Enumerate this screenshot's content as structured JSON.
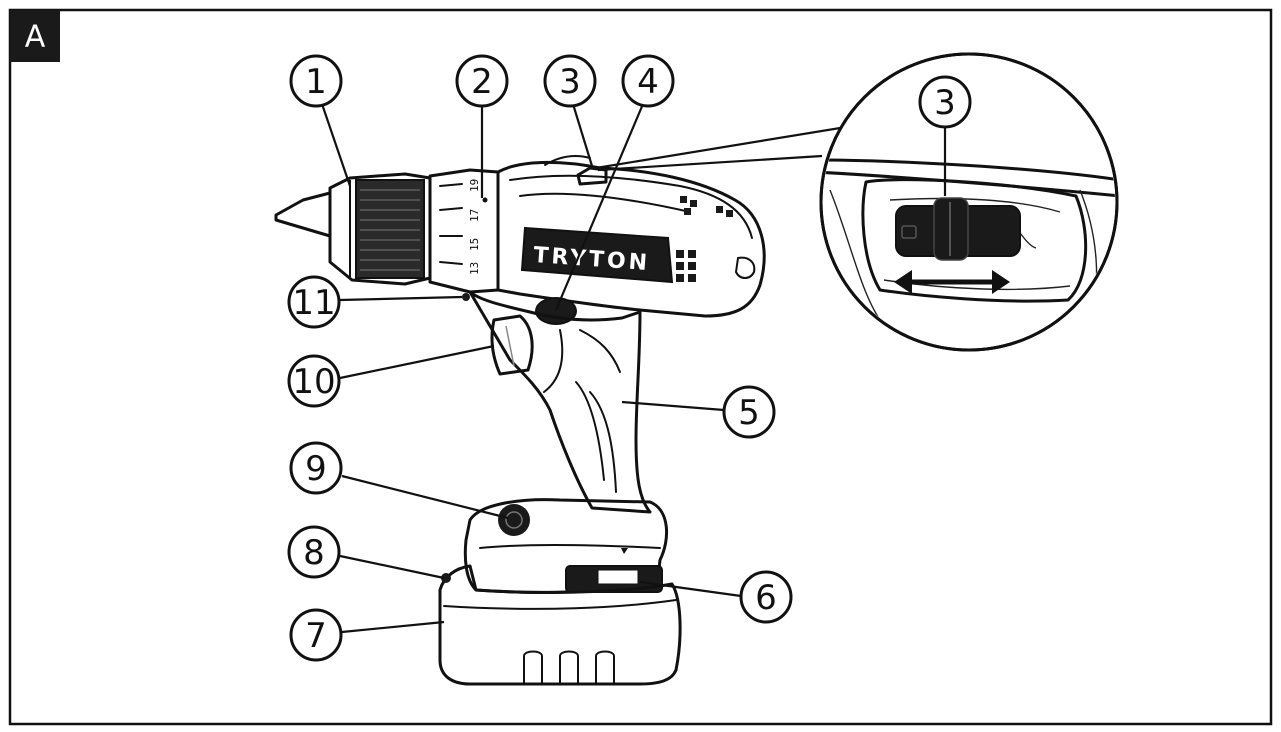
{
  "figure_tag": "A",
  "brand_name": "TRYTON",
  "torque_marks": [
    "13",
    "15",
    "17",
    "19"
  ],
  "callouts": [
    "1",
    "2",
    "3",
    "4",
    "5",
    "6",
    "7",
    "8",
    "9",
    "10",
    "11"
  ],
  "detail_callout": "3",
  "colors": {
    "ink": "#111111",
    "paper": "#ffffff",
    "dark_fill": "#1a1a1a"
  }
}
